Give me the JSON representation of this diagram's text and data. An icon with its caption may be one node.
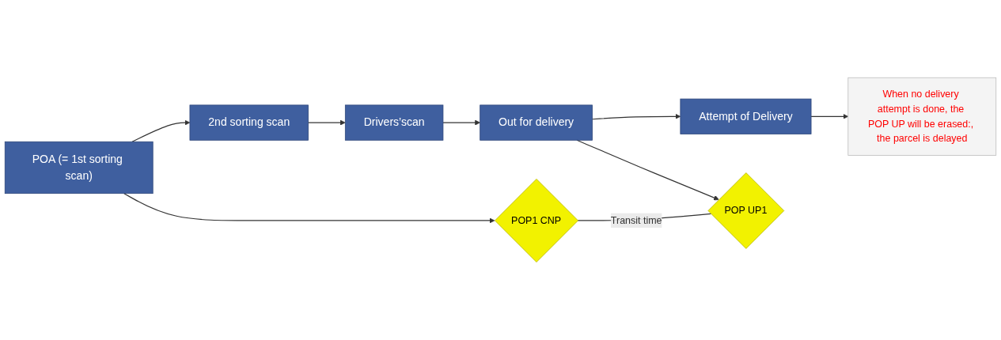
{
  "diagram": {
    "nodes": [
      {
        "text": [
          "POA (= 1st sorting scan)"
        ]
      },
      {
        "text": [
          "2nd sorting scan"
        ]
      },
      {
        "text": [
          "Drivers’scan"
        ]
      },
      {
        "text": [
          "Out for delivery"
        ]
      },
      {
        "text": [
          "Attempt of Delivery"
        ]
      },
      {
        "text": [
          "POP1 CNP"
        ]
      },
      {
        "text": [
          "POP UP1"
        ]
      },
      {
        "text": [
          "When no delivery attempt is done, the POP UP will be erased:, the parcel is delayed"
        ]
      }
    ],
    "edges": [
      {
        "from": 0,
        "to": 1,
        "arrow": "to"
      },
      {
        "from": 1,
        "to": 2,
        "arrow": "to"
      },
      {
        "from": 2,
        "to": 3,
        "arrow": "to"
      },
      {
        "from": 3,
        "to": 4,
        "arrow": "to"
      },
      {
        "from": 0,
        "to": 5,
        "arrow": "to"
      },
      {
        "from": 3,
        "to": 6,
        "arrow": "to"
      },
      {
        "from": 4,
        "to": 7,
        "arrow": "to"
      },
      {
        "from": 5,
        "to": 6,
        "arrow": "none",
        "label": "Transit time"
      }
    ]
  }
}
